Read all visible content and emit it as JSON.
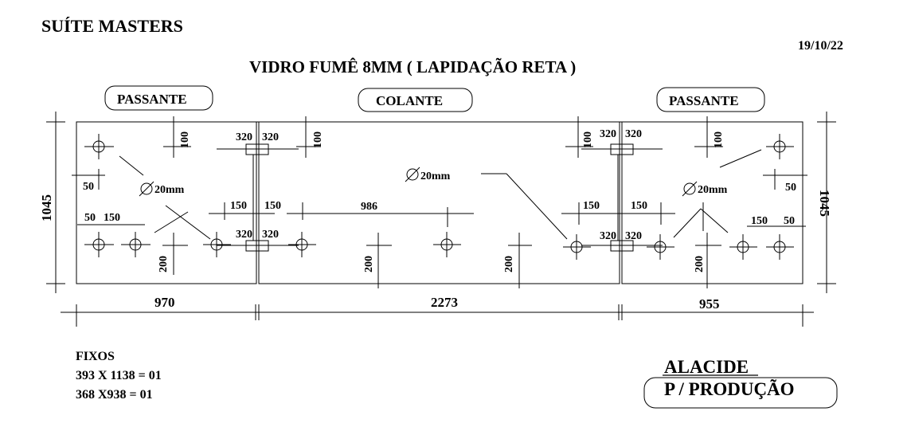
{
  "header": {
    "client": "SUÍTE MASTERS",
    "date": "19/10/22",
    "title": "VIDRO FUMÊ 8MM ( LAPIDAÇÃO RETA )"
  },
  "panels": {
    "left_label": "PASSANTE",
    "center_label": "COLANTE",
    "right_label": "PASSANTE"
  },
  "dimensions": {
    "left_width": "970",
    "center_width": "2273",
    "right_width": "955",
    "left_height": "1045",
    "right_height": "1045",
    "hole_offset_100": "100",
    "hole_offset_200": "200",
    "edge_50": "50",
    "spacing_150": "150",
    "hinge_320": "320",
    "span_986": "986"
  },
  "holes": {
    "diameter": "20mm"
  },
  "fixed_panels": {
    "heading": "FIXOS",
    "line1": "393 X 1138 = 01",
    "line2": "368 X938 = 01"
  },
  "stamp": {
    "company": "ALACIDE",
    "note": "P / PRODUÇÃO"
  }
}
